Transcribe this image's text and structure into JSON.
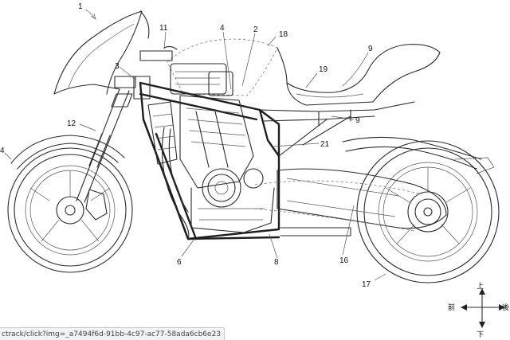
{
  "figure": {
    "labels": {
      "n1": "1",
      "n2": "2",
      "n3": "3",
      "n4": "4",
      "n6": "6",
      "n8": "8",
      "n9a": "9",
      "n9b": "9",
      "n11": "11",
      "n12": "12",
      "n14": "4",
      "n16": "16",
      "n17": "17",
      "n18": "18",
      "n19": "19",
      "n21": "21"
    },
    "directions": {
      "up": "上",
      "down": "下",
      "front": "前",
      "rear": "後"
    }
  },
  "status_bar": {
    "url": "ctrack/click?img=_a7494f6d-91bb-4c97-ac77-58ada6cb6e23"
  }
}
